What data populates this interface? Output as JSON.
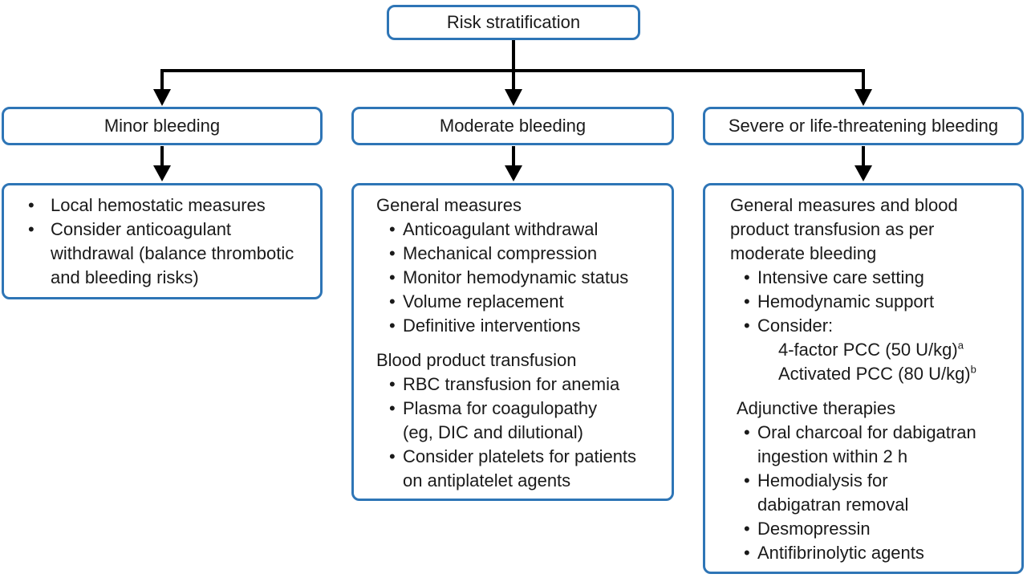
{
  "colors": {
    "accent": "#2e75b6",
    "connector": "#000000",
    "text": "#1a1a1a"
  },
  "diagram": {
    "root_label": "Risk stratification",
    "branches": [
      {
        "header": "Minor bleeding",
        "sections": [
          {
            "bullets": [
              "Local hemostatic measures",
              "Consider anticoagulant withdrawal (balance thrombotic and bleeding risks)"
            ]
          }
        ]
      },
      {
        "header": "Moderate bleeding",
        "sections": [
          {
            "heading": "General measures",
            "bullets": [
              "Anticoagulant withdrawal",
              "Mechanical compression",
              "Monitor hemodynamic status",
              "Volume replacement",
              "Definitive interventions"
            ]
          },
          {
            "heading": "Blood product transfusion",
            "bullets": [
              "RBC transfusion for anemia",
              "Plasma for coagulopathy (eg, DIC and dilutional)",
              "Consider platelets for patients on antiplatelet agents"
            ]
          }
        ]
      },
      {
        "header": "Severe or life-threatening bleeding",
        "sections": [
          {
            "heading": "General measures and blood product transfusion as per moderate bleeding",
            "bullets": [
              "Intensive care setting",
              "Hemodynamic support",
              "Consider:"
            ],
            "sub_items": [
              {
                "text": "4-factor PCC (50 U/kg)",
                "superscript": "a"
              },
              {
                "text": "Activated PCC (80 U/kg)",
                "superscript": "b"
              }
            ]
          },
          {
            "heading": "Adjunctive therapies",
            "bullets": [
              "Oral charcoal for dabigatran ingestion within 2 h",
              "Hemodialysis for dabigatran removal",
              "Desmopressin",
              "Antifibrinolytic agents"
            ]
          }
        ]
      }
    ]
  }
}
